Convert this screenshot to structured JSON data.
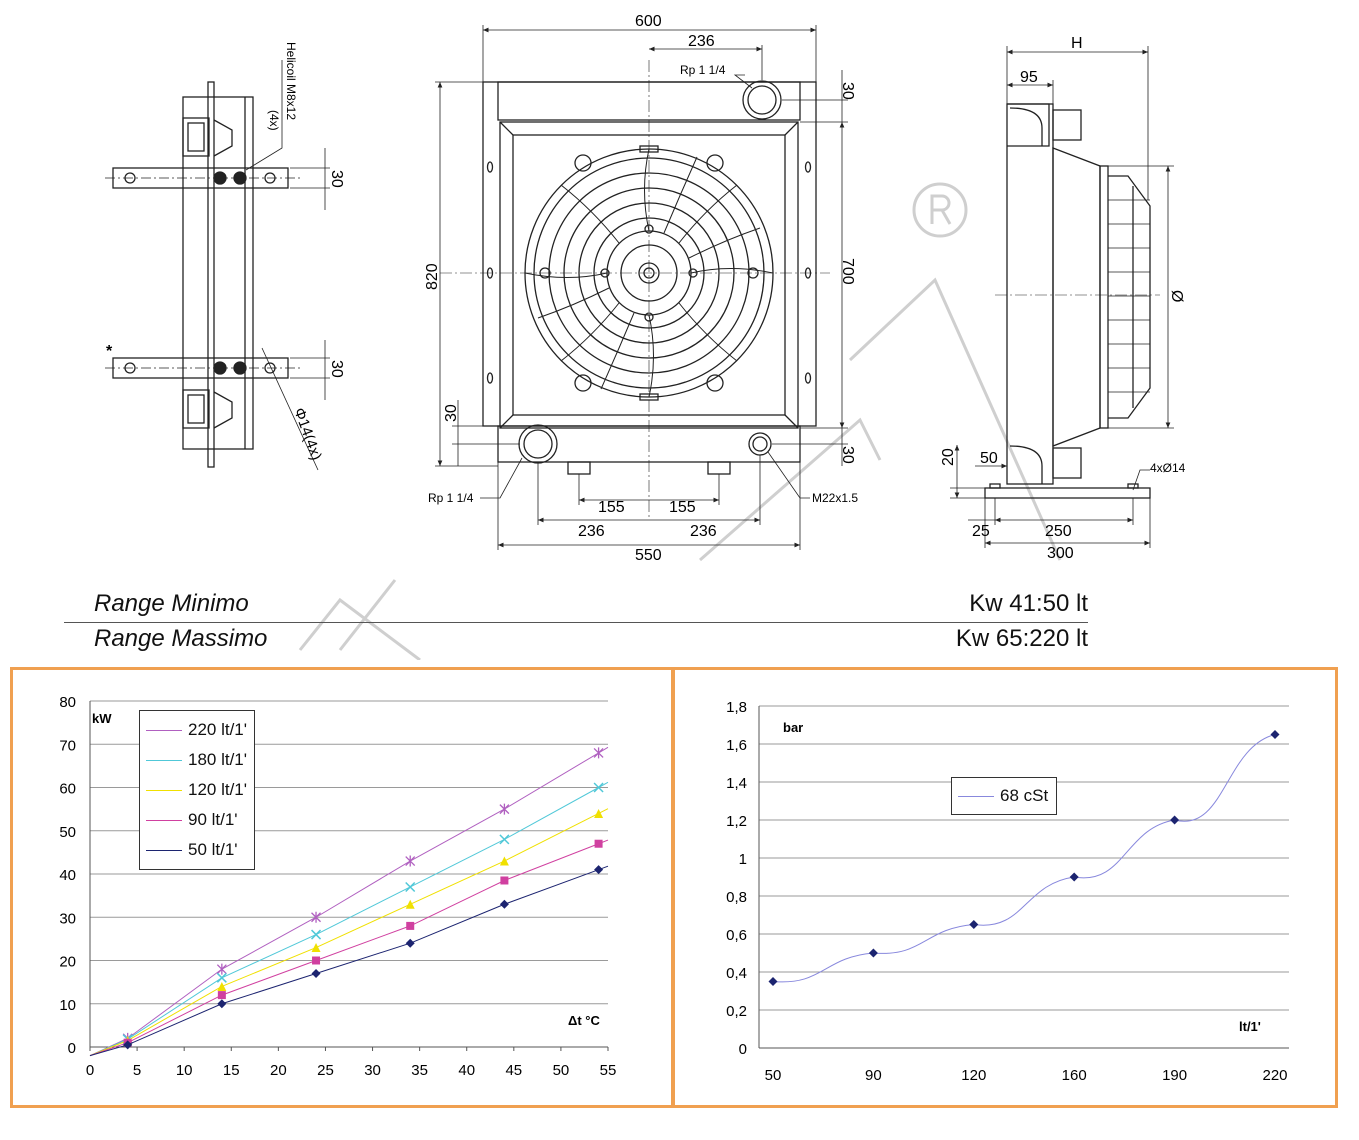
{
  "drawing": {
    "side_left": {
      "helicoil": "Helicoil M8x12",
      "helicoil_count": "(4x)",
      "dim_top": "30",
      "dim_bottom": "30",
      "star": "*",
      "hole": "Φ14(4x)"
    },
    "front": {
      "dim_600": "600",
      "dim_236_top": "236",
      "rp_top": "Rp 1 1/4",
      "dim_30_top": "30",
      "dim_820": "820",
      "dim_700": "700",
      "dim_30_left": "30",
      "dim_30_bottom": "30",
      "rp_bottom": "Rp 1 1/4",
      "m22": "M22x1.5",
      "dim_155_left": "155",
      "dim_155_right": "155",
      "dim_236_left": "236",
      "dim_236_right": "236",
      "dim_550": "550"
    },
    "side_right": {
      "dim_h": "H",
      "dim_95": "95",
      "dim_diameter": "Ø",
      "dim_20": "20",
      "dim_50": "50",
      "holes": "4xØ14",
      "dim_25": "25",
      "dim_250": "250",
      "dim_300": "300"
    }
  },
  "ranges": [
    {
      "label": "Range Minimo",
      "value": "Kw 41:50 lt"
    },
    {
      "label": "Range Massimo",
      "value": "Kw 65:220 lt"
    }
  ],
  "chart_data": [
    {
      "type": "line",
      "ylabel": "kW",
      "xlabel": "Δt °C",
      "xlim": [
        0,
        55
      ],
      "ylim": [
        0,
        80
      ],
      "x_ticks": [
        0,
        5,
        10,
        15,
        20,
        25,
        30,
        35,
        40,
        45,
        50,
        55
      ],
      "y_ticks": [
        0,
        10,
        20,
        30,
        40,
        50,
        60,
        70,
        80
      ],
      "grid": true,
      "legend_position": "top-left",
      "x": [
        4,
        14,
        24,
        34,
        44,
        54
      ],
      "series": [
        {
          "name": "220 lt/1'",
          "color": "#b060c0",
          "marker": "star",
          "values": [
            2,
            18,
            30,
            43,
            55,
            68
          ]
        },
        {
          "name": "180 lt/1'",
          "color": "#50c8d8",
          "marker": "x",
          "values": [
            1.8,
            16,
            26,
            37,
            48,
            60
          ]
        },
        {
          "name": "120 lt/1'",
          "color": "#f0e000",
          "marker": "triangle",
          "values": [
            1.5,
            14,
            23,
            33,
            43,
            54
          ]
        },
        {
          "name": "90 lt/1'",
          "color": "#d040a0",
          "marker": "square",
          "values": [
            1,
            12,
            20,
            28,
            38.5,
            47
          ]
        },
        {
          "name": "50 lt/1'",
          "color": "#1c2470",
          "marker": "diamond",
          "values": [
            0.5,
            10,
            17,
            24,
            33,
            41
          ]
        }
      ]
    },
    {
      "type": "line",
      "ylabel": "bar",
      "xlabel": "lt/1'",
      "categories": [
        "50",
        "90",
        "120",
        "160",
        "190",
        "220"
      ],
      "ylim": [
        0,
        1.8
      ],
      "y_ticks": [
        "0",
        "0,2",
        "0,4",
        "0,6",
        "0,8",
        "1",
        "1,2",
        "1,4",
        "1,6",
        "1,8"
      ],
      "grid": true,
      "legend_position": "top-center",
      "series": [
        {
          "name": "68 cSt",
          "color": "#1c2470",
          "line_color": "#8888dd",
          "marker": "diamond",
          "values": [
            0.35,
            0.5,
            0.65,
            0.9,
            1.2,
            1.65
          ]
        }
      ]
    }
  ]
}
